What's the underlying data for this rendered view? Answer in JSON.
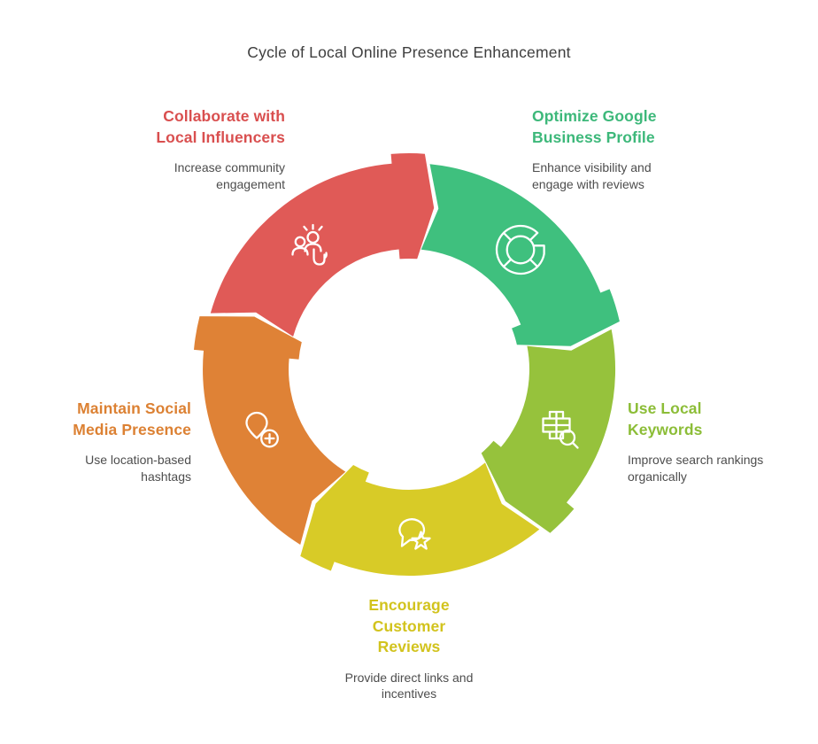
{
  "title": "Cycle of Local Online Presence Enhancement",
  "background_color": "#ffffff",
  "diagram": {
    "type": "cycle",
    "direction": "clockwise",
    "steps": [
      {
        "name": "optimize-google-business-profile",
        "heading": "Optimize Google Business Profile",
        "heading_lines": [
          "Optimize Google",
          "Business Profile"
        ],
        "description": "Enhance visibility and engage with reviews",
        "color": "#3fc07e",
        "text_color": "#3db87a",
        "icon": "google-g-icon",
        "arc_deg": [
          5,
          78
        ]
      },
      {
        "name": "use-local-keywords",
        "heading": "Use Local Keywords",
        "heading_lines": [
          "Use Local",
          "Keywords"
        ],
        "description": "Improve search rankings organically",
        "color": "#96c23c",
        "text_color": "#8cbd37",
        "icon": "keyword-search-icon",
        "arc_deg": [
          78,
          140
        ]
      },
      {
        "name": "encourage-customer-reviews",
        "heading": "Encourage Customer Reviews",
        "heading_lines": [
          "Encourage",
          "Customer",
          "Reviews"
        ],
        "description": "Provide direct links and incentives",
        "color": "#d8cb27",
        "text_color": "#d2c31d",
        "icon": "review-bubble-star-icon",
        "arc_deg": [
          140,
          211
        ]
      },
      {
        "name": "maintain-social-media-presence",
        "heading": "Maintain Social Media Presence",
        "heading_lines": [
          "Maintain Social",
          "Media Presence"
        ],
        "description": "Use location-based hashtags",
        "color": "#df8236",
        "text_color": "#dc8133",
        "icon": "location-pin-plus-icon",
        "arc_deg": [
          211,
          285
        ]
      },
      {
        "name": "collaborate-with-local-influencers",
        "heading": "Collaborate with Local Influencers",
        "heading_lines": [
          "Collaborate with",
          "Local Influencers"
        ],
        "description": "Increase community engagement",
        "color": "#e05a57",
        "text_color": "#d94f4f",
        "icon": "influencers-icon",
        "arc_deg": [
          285,
          365
        ]
      }
    ]
  }
}
